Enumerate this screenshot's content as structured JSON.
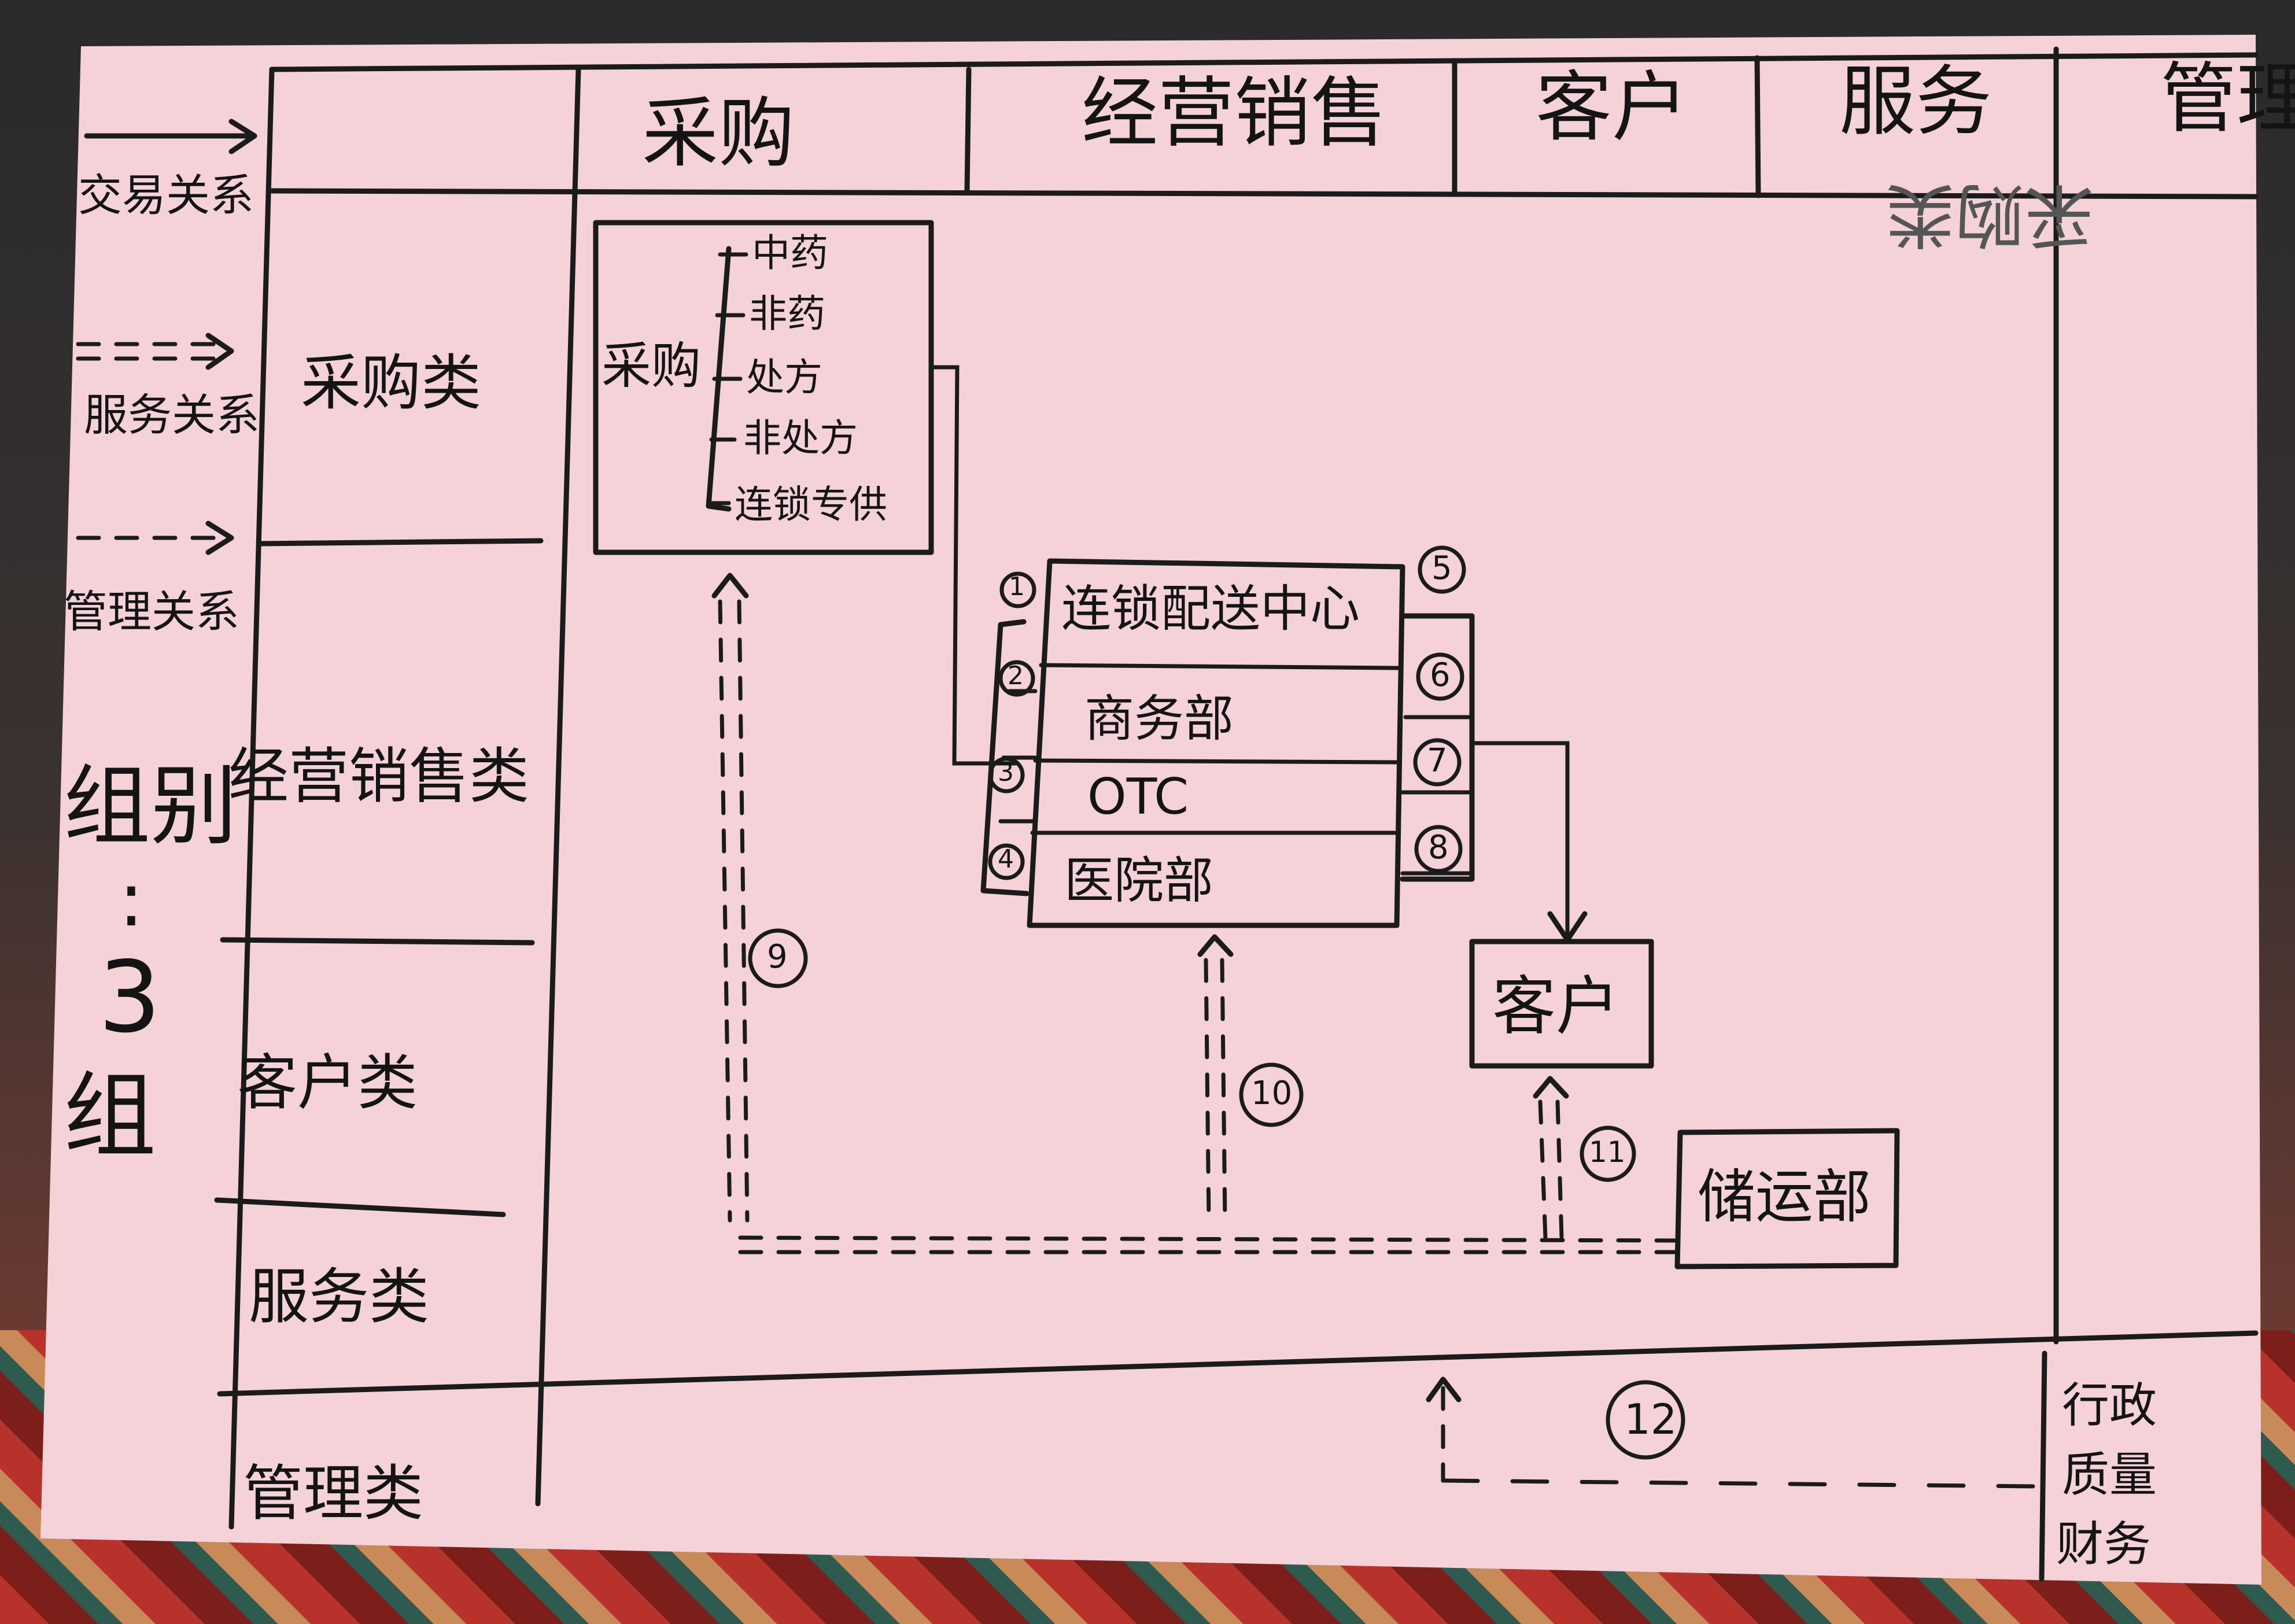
{
  "legend": {
    "items": [
      {
        "label": "交易关系"
      },
      {
        "label": "服务关系"
      },
      {
        "label": "管理关系"
      }
    ],
    "group": {
      "label": "组别",
      "colon": ":",
      "value": "3",
      "unit": "组"
    }
  },
  "header": {
    "columns": [
      "采购",
      "经营销售",
      "客户",
      "服务",
      "管理"
    ],
    "pencil_note": "采购类"
  },
  "rows": [
    "采购类",
    "经营销售类",
    "客户类",
    "服务类",
    "管理类"
  ],
  "purchase_box": {
    "title": "采购",
    "items": [
      "中药",
      "非药",
      "处方",
      "非处方",
      "连锁专供"
    ]
  },
  "chain_box": {
    "departments": [
      "连锁配送中心",
      "商务部",
      "OTC",
      "医院部"
    ],
    "left_numbers": [
      "1",
      "2",
      "3",
      "4"
    ],
    "right_numbers": [
      "5",
      "6",
      "7",
      "8"
    ]
  },
  "customer_box": {
    "label": "客户"
  },
  "storage_box": {
    "label": "储运部"
  },
  "flow_numbers": [
    "9",
    "10",
    "11",
    "12"
  ],
  "admin_box": {
    "lines": [
      "行政",
      "质量",
      "财务"
    ]
  }
}
